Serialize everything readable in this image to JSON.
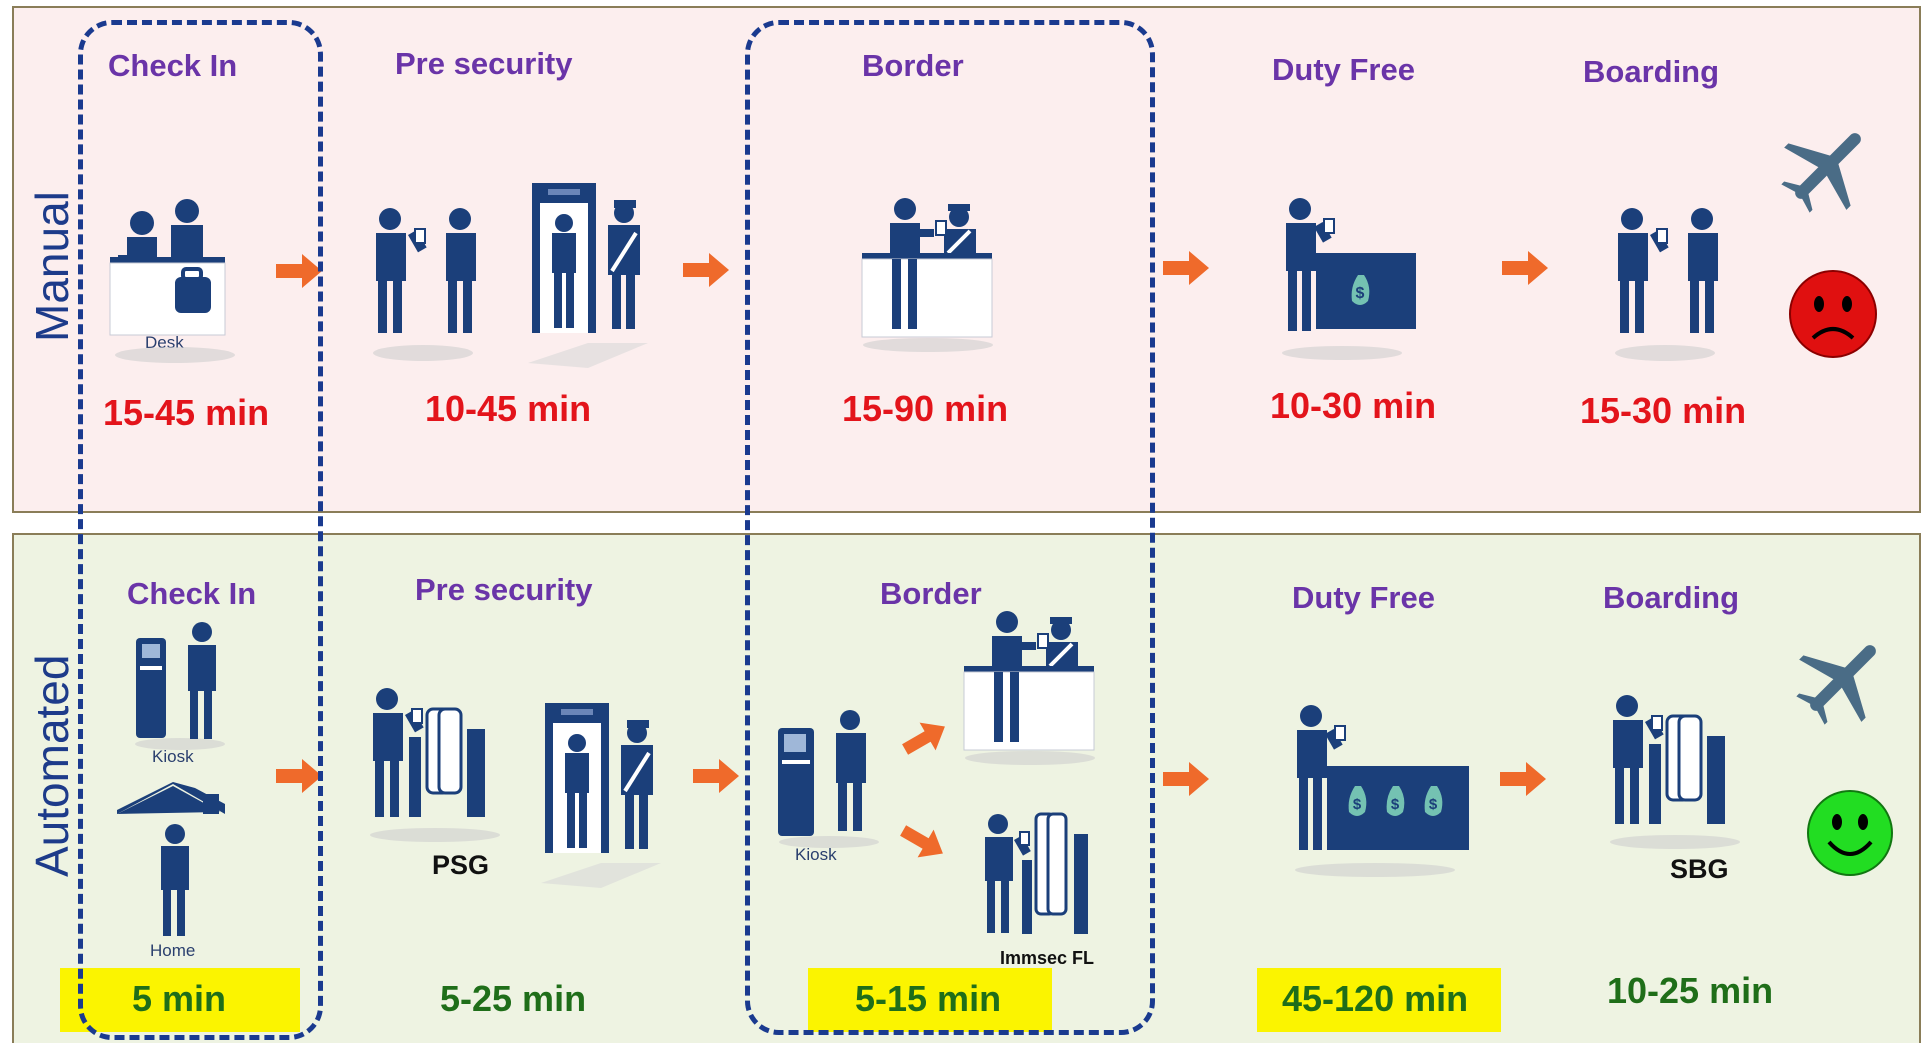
{
  "rows": {
    "manual": {
      "label": "Manual",
      "steps": [
        {
          "title": "Check In",
          "time": "15-45 min"
        },
        {
          "title": "Pre security",
          "time": "10-45 min"
        },
        {
          "title": "Border",
          "time": "15-90 min"
        },
        {
          "title": "Duty Free",
          "time": "10-30 min"
        },
        {
          "title": "Boarding",
          "time": "15-30 min"
        }
      ],
      "desk_label": "Desk"
    },
    "automated": {
      "label": "Automated",
      "steps": [
        {
          "title": "Check In",
          "time": "5 min"
        },
        {
          "title": "Pre security",
          "time": "5-25 min"
        },
        {
          "title": "Border",
          "time": "5-15 min"
        },
        {
          "title": "Duty Free",
          "time": "45-120 min"
        },
        {
          "title": "Boarding",
          "time": "10-25 min"
        }
      ],
      "kiosk_label": "Kiosk",
      "home_label": "Home",
      "psg_label": "PSG",
      "border_kiosk_label": "Kiosk",
      "immsec_label": "Immsec FL",
      "sbg_label": "SBG"
    }
  },
  "colors": {
    "manual_time": "#e3141b",
    "auto_time": "#1f6e19",
    "title": "#6a34a8",
    "highlight": "#fbf400",
    "arrow": "#ef6a2b",
    "figure": "#1b3f7a",
    "dashed_box": "#1a3a8f"
  },
  "icons": {
    "airplane": "airplane-icon",
    "sad_face": "sad-face-icon",
    "happy_face": "happy-face-icon",
    "arrow": "arrow-right-icon"
  }
}
